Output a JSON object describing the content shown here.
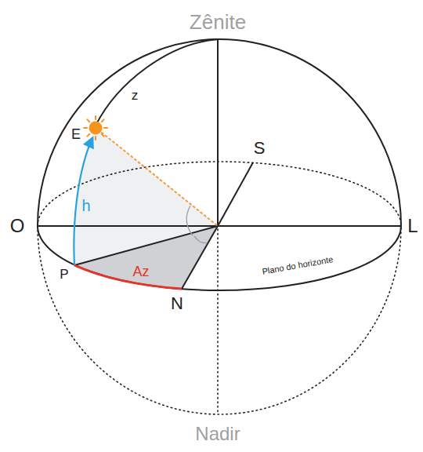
{
  "diagram": {
    "labels": [
      "Zênite",
      "z",
      "E",
      "S",
      "h",
      "O",
      "L",
      "P",
      "Az",
      "N",
      "Plano do horizonte",
      "Nadir"
    ]
  }
}
